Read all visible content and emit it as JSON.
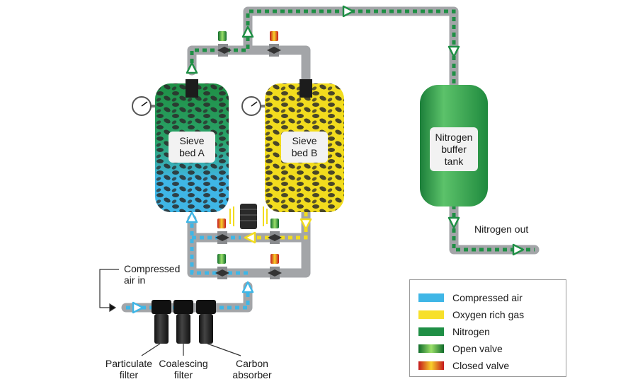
{
  "labels": {
    "compressed_air_in": "Compressed\nair in",
    "sieve_bed_a": "Sieve\nbed A",
    "sieve_bed_b": "Sieve\nbed B",
    "nitrogen_buffer_tank": "Nitrogen\nbuffer\ntank",
    "nitrogen_out": "Nitrogen out",
    "particulate_filter": "Particulate\nfilter",
    "coalescing_filter": "Coalescing\nfilter",
    "carbon_absorber": "Carbon\nabsorber"
  },
  "legend": [
    {
      "label": "Compressed air",
      "color": "#3fb6e6",
      "style": "solid"
    },
    {
      "label": "Oxygen rich gas",
      "color": "#f7e02a",
      "style": "solid"
    },
    {
      "label": "Nitrogen",
      "color": "#1f8f45",
      "style": "solid"
    },
    {
      "label": "Open valve",
      "color": "#2f9e3a",
      "style": "green-gradient"
    },
    {
      "label": "Closed valve",
      "color": "#d9261c",
      "style": "red-gradient"
    }
  ],
  "colors": {
    "compressed_air": "#3fb6e6",
    "oxygen_rich": "#f2dc1e",
    "nitrogen": "#1f8f45",
    "pipe": "#a7a9ac",
    "filter": "#1c1c1c"
  }
}
